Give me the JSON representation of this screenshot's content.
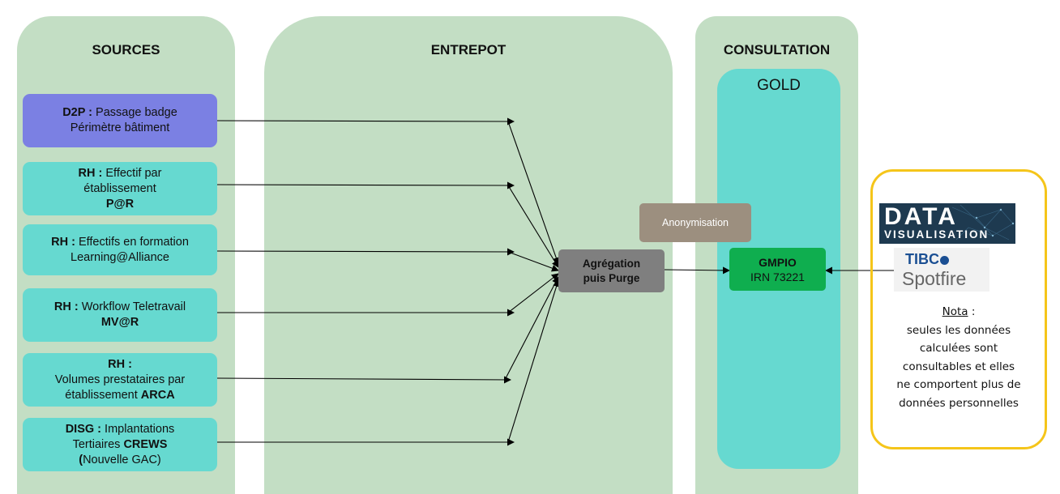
{
  "panels": {
    "sources": "SOURCES",
    "entrepot": "ENTREPOT",
    "consultation": "CONSULTATION"
  },
  "gold": "GOLD",
  "sources": [
    {
      "bold": "D2P :",
      "line1": " Passage badge",
      "line2": "Périmètre bâtiment",
      "line3": ""
    },
    {
      "bold": "RH :",
      "line1": " Effectif par",
      "line2": "établissement",
      "line3": "P@R"
    },
    {
      "bold": "RH :",
      "line1": " Effectifs en formation",
      "line2": "Learning@Alliance",
      "line3": ""
    },
    {
      "bold": "RH :",
      "line1": " Workflow Teletravail",
      "line2": "",
      "line3": "MV@R"
    },
    {
      "bold": "RH :",
      "line1": "",
      "line2": "Volumes prestataires par",
      "line2b": "établissement ",
      "line3": "ARCA"
    },
    {
      "bold": "DISG :",
      "line1": " Implantations",
      "line2": "Tertiaires ",
      "line2bold": "CREWS",
      "line3a": "(",
      "line3": "Nouvelle GAC)"
    }
  ],
  "aggregation": {
    "line1": "Agrégation",
    "line2": "puis Purge"
  },
  "anonymisation": "Anonymisation",
  "gmpio": {
    "title": "GMPIO",
    "subtitle": "IRN 73221"
  },
  "logos": {
    "dataviz_big": "DATA",
    "dataviz_small": "VISUALISATION",
    "tibco": "TIBC",
    "spotfire": "Spotfire"
  },
  "nota": {
    "title": "Nota",
    "colon": " :",
    "lines": [
      "seules les données",
      "calculées sont",
      "consultables et elles",
      "ne comportent plus de",
      "données personnelles"
    ]
  },
  "colors": {
    "panel": "#c3dec4",
    "cyan": "#66d9d0",
    "d2p": "#7b80e3",
    "aggregation": "#7f7f7f",
    "anonymisation": "#9c8f7f",
    "gmpio": "#0fae4f",
    "nota_border": "#f5c51a"
  }
}
